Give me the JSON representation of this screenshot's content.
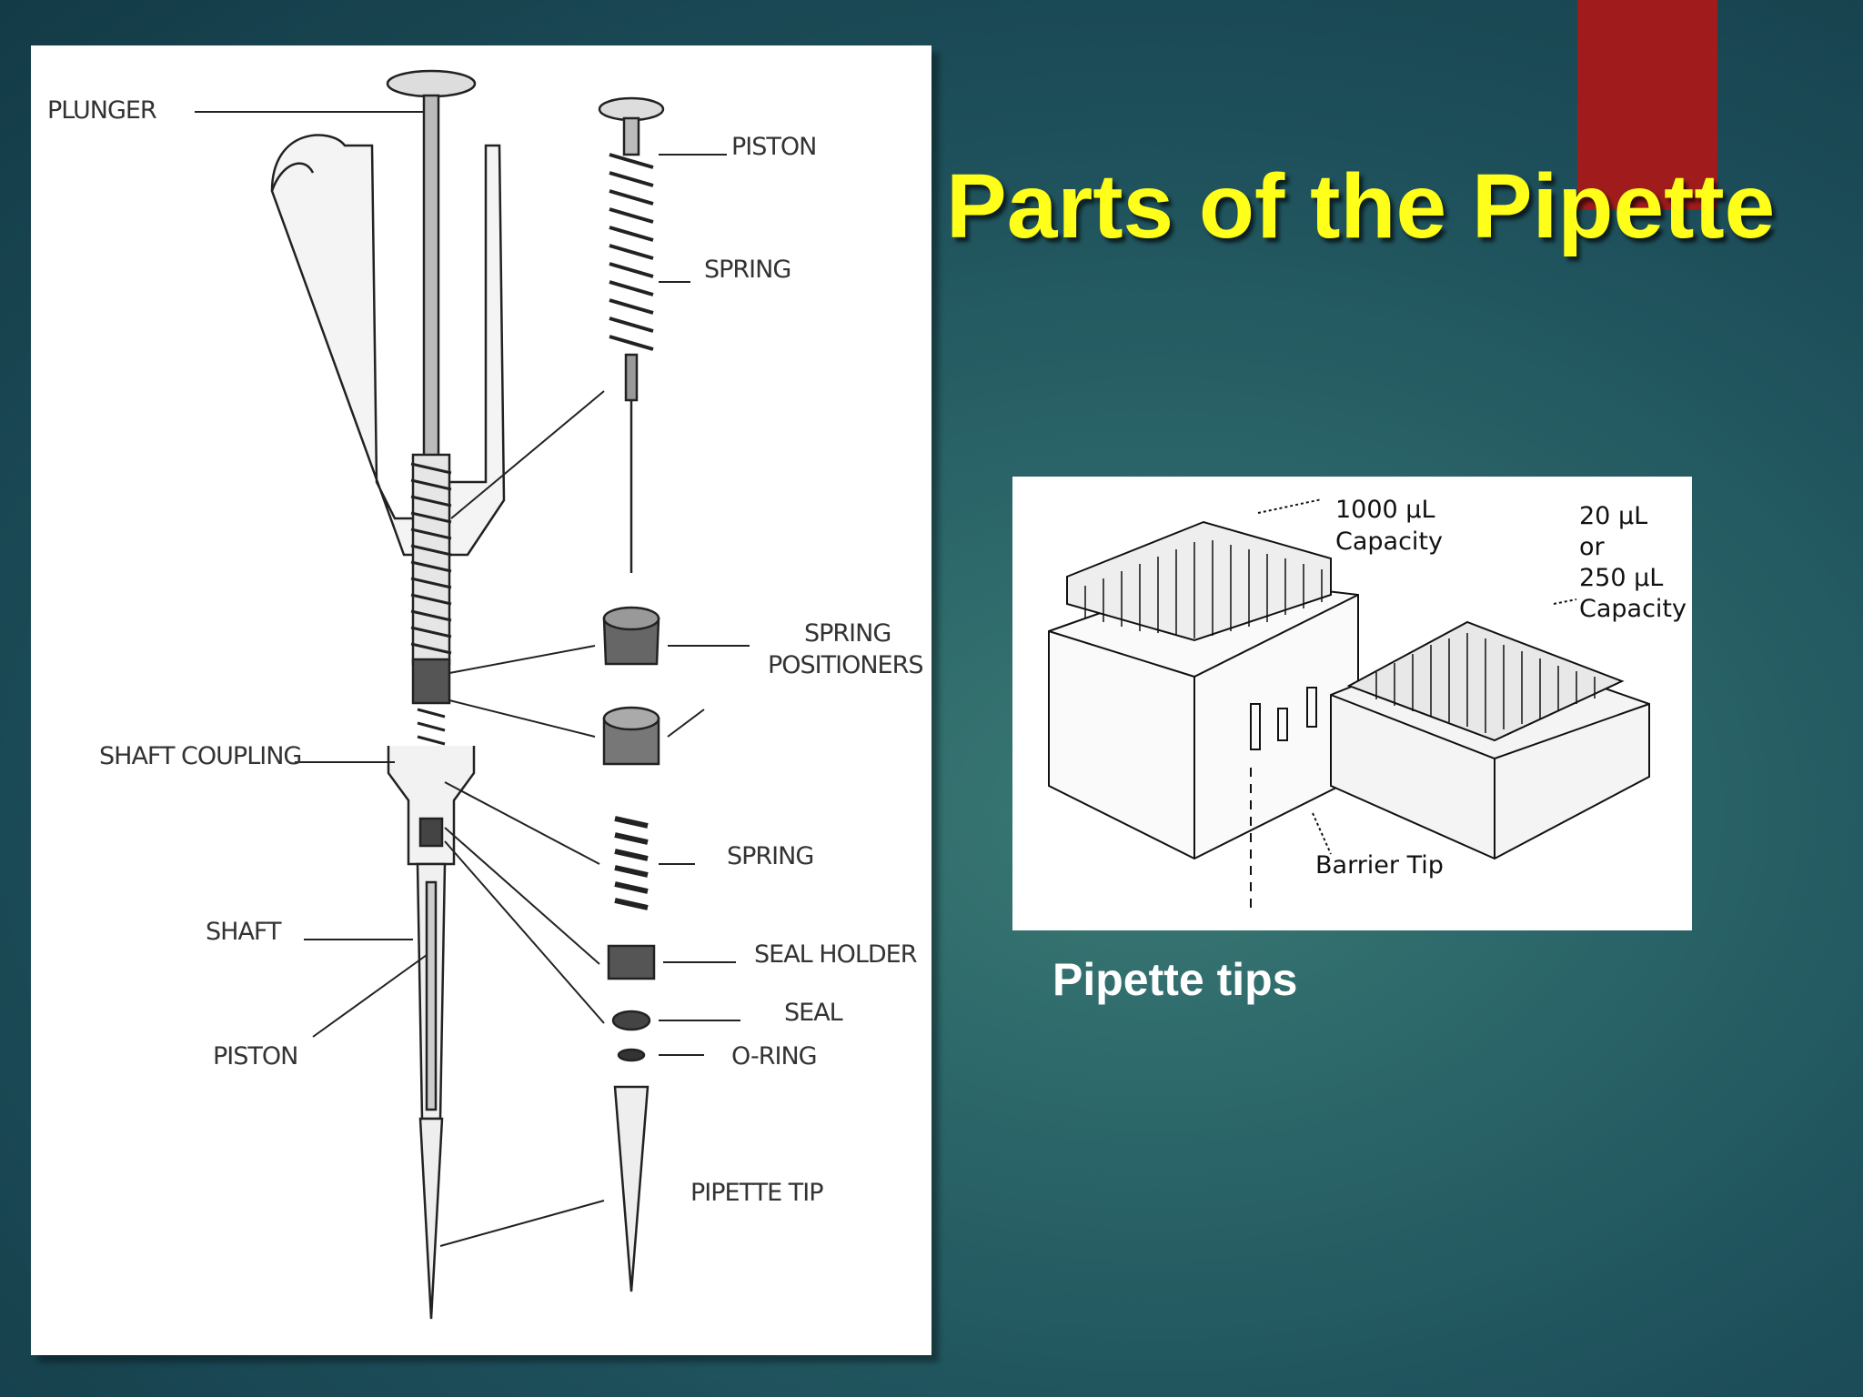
{
  "slide": {
    "title": "Parts of the Pipette",
    "accent_color": "#a01c1c",
    "title_color": "#ffff1a"
  },
  "diagram": {
    "labels_left": {
      "plunger": "PLUNGER",
      "shaft_coupling": "SHAFT COUPLING",
      "shaft": "SHAFT",
      "piston": "PISTON"
    },
    "labels_right": {
      "piston": "PISTON",
      "spring_top": "SPRING",
      "spring_positioners_1": "SPRING",
      "spring_positioners_2": "POSITIONERS",
      "spring_bottom": "SPRING",
      "seal_holder": "SEAL HOLDER",
      "seal": "SEAL",
      "o_ring": "O-RING",
      "pipette_tip": "PIPETTE TIP"
    }
  },
  "tips_image": {
    "label_1000_a": "1000 µL",
    "label_1000_b": "Capacity",
    "label_20_a": "20 µL",
    "label_20_b": "or",
    "label_20_c": "250 µL",
    "label_20_d": "Capacity",
    "barrier": "Barrier Tip"
  },
  "caption": "Pipette tips"
}
